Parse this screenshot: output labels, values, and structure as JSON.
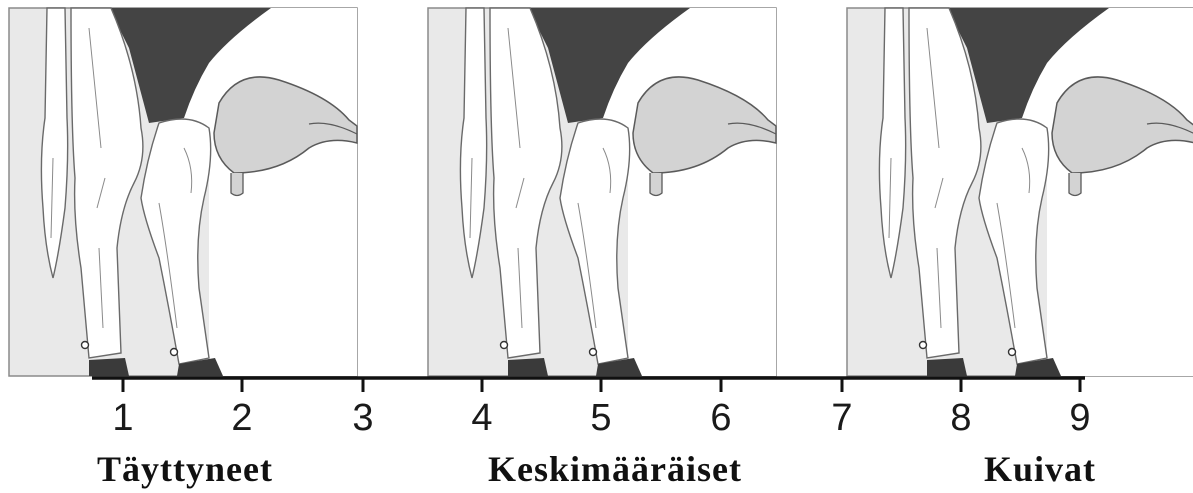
{
  "scale": {
    "ticks": [
      "1",
      "2",
      "3",
      "4",
      "5",
      "6",
      "7",
      "8",
      "9"
    ]
  },
  "groups": [
    {
      "label": "Täyttyneet"
    },
    {
      "label": "Keskimääräiset"
    },
    {
      "label": "Kuivat"
    }
  ]
}
